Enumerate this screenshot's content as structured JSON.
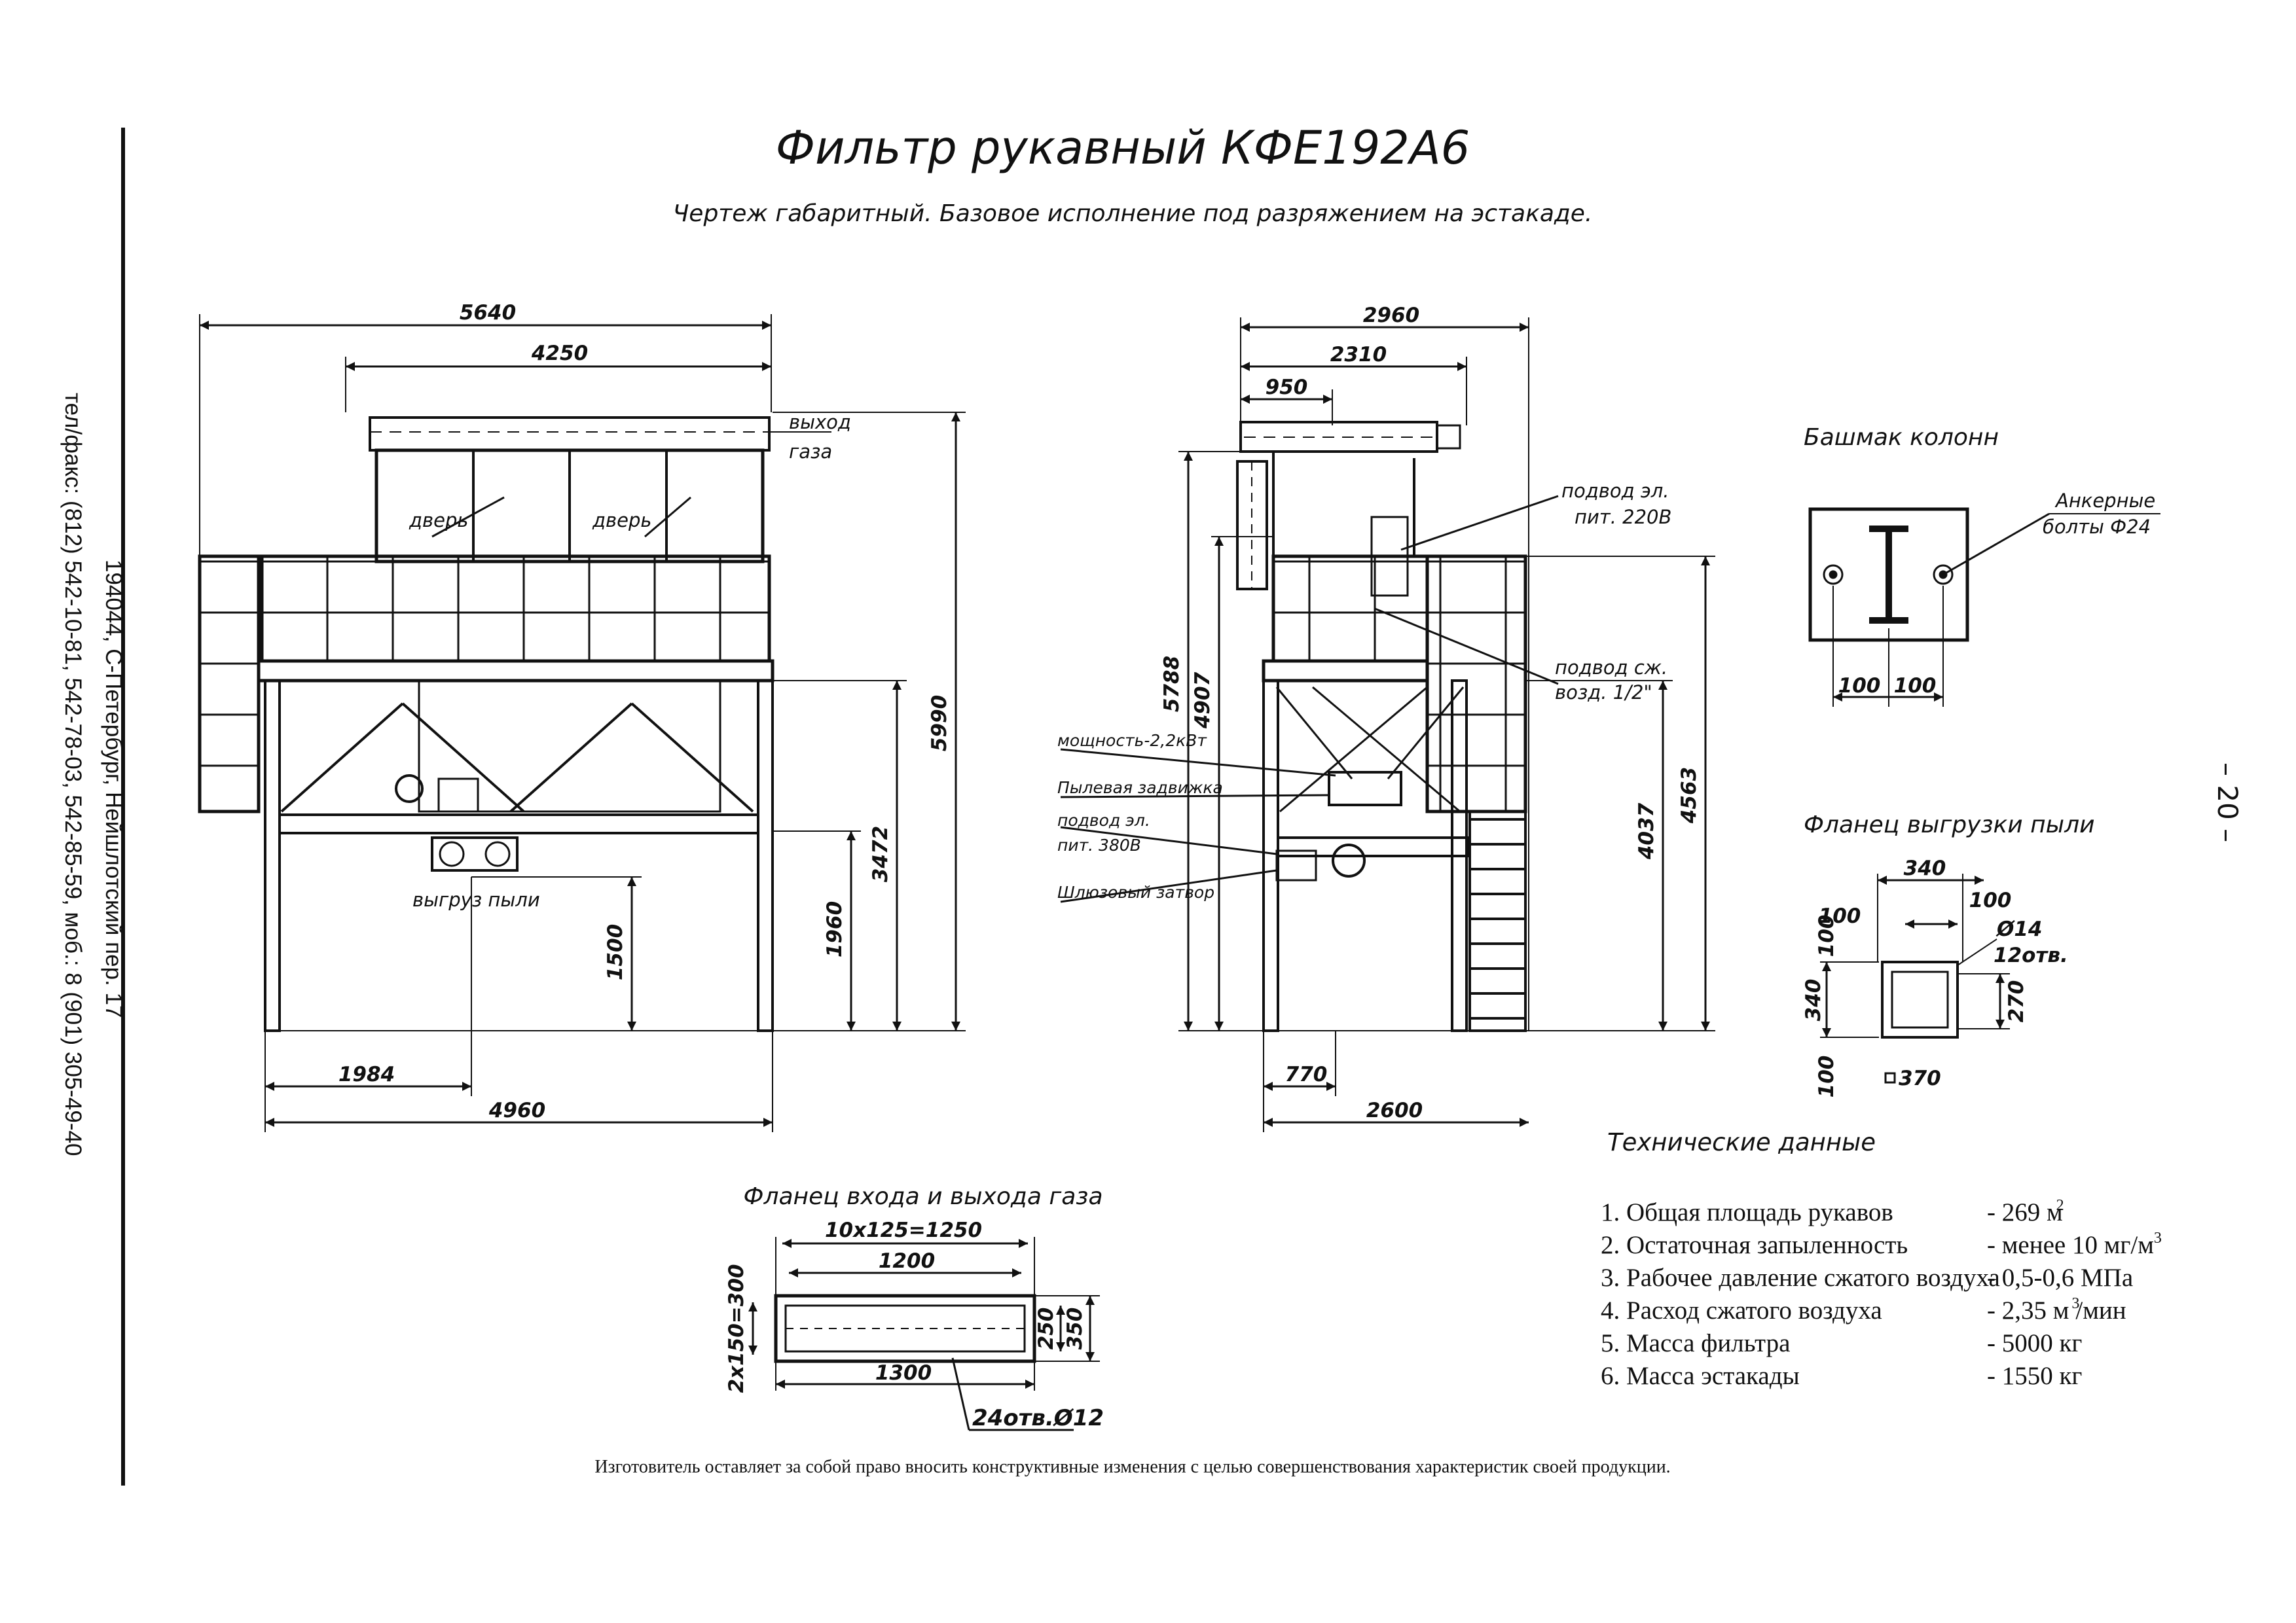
{
  "title": "Фильтр рукавный КФЕ192А6",
  "subtitle": "Чертеж габаритный. Базовое исполнение под разряжением на эстакаде.",
  "page_number": "– 20 –",
  "contacts": {
    "address": "194044, С-Петербург, Нейшлотский пер. 17",
    "phones": "тел/факс: (812) 542-10-81, 542-78-03, 542-85-59, моб.: 8 (901) 305-49-40"
  },
  "front_view": {
    "dims": {
      "total_width": "5640",
      "body_width": "4250",
      "base_width": "4960",
      "outlet_offset": "1984",
      "total_height": "5990",
      "platform_height": "3472",
      "frame_height": "1960",
      "outlet_height": "1500"
    },
    "labels": {
      "gas_outlet_1": "выход",
      "gas_outlet_2": "газа",
      "door_left": "дверь",
      "door_right": "дверь",
      "dust_outlet": "выгруз пыли"
    }
  },
  "side_view": {
    "dims": {
      "total_width": "2960",
      "body_width": "2310",
      "inlet_width": "950",
      "base_width": "2600",
      "column_offset": "770",
      "inlet_height": "5788",
      "body_height": "4907",
      "valve_height": "4037",
      "ladder_height": "4563"
    },
    "labels": {
      "power_220_1": "подвод эл.",
      "power_220_2": "пит. 220В",
      "air_1": "подвод сж.",
      "air_2": "возд. 1/2\"",
      "power_rating": "мощность-2,2кВт",
      "dust_gate": "Пылевая задвижка",
      "power_380_1": "подвод эл.",
      "power_380_2": "пит. 380В",
      "airlock": "Шлюзовый затвор"
    }
  },
  "column_shoe": {
    "title": "Башмак колонн",
    "anchor_1": "Анкерные",
    "anchor_2": "болты Ф24",
    "dim_left": "100",
    "dim_right": "100"
  },
  "dust_flange": {
    "title": "Фланец выгрузки пыли",
    "dim_top": "340",
    "dim_top_right": "100",
    "dim_left_top": "100",
    "dim_inner": "100",
    "hole_1": "Ø14",
    "hole_2": "12отв.",
    "dim_left_mid": "340",
    "dim_left_bottom": "100",
    "dim_right": "270",
    "dim_bottom": "370"
  },
  "gas_flange": {
    "title": "Фланец входа и выхода газа",
    "pitch": "10х125=1250",
    "inner_width": "1200",
    "outer_width": "1300",
    "pitch_vertical": "2х150=300",
    "inner_height": "250",
    "outer_height": "350",
    "holes": "24отв.Ø12"
  },
  "tech_data": {
    "heading": "Технические данные",
    "rows": [
      {
        "label": "1. Общая площадь рукавов",
        "value": "- 269 м",
        "sup": "2"
      },
      {
        "label": "2. Остаточная запыленность",
        "value": "- менее 10 мг/м",
        "sup": "3"
      },
      {
        "label": "3. Рабочее давление сжатого воздуха",
        "value": "- 0,5-0,6 МПа",
        "sup": ""
      },
      {
        "label": "4. Расход сжатого воздуха",
        "value": "- 2,35 м",
        "sup": "3",
        "suffix": "/мин"
      },
      {
        "label": "5. Масса фильтра",
        "value": "- 5000 кг",
        "sup": ""
      },
      {
        "label": "6. Масса эстакады",
        "value": "- 1550 кг",
        "sup": ""
      }
    ]
  },
  "footer_note": "Изготовитель оставляет за собой право вносить конструктивные изменения с целью совершенствования характеристик своей продукции."
}
